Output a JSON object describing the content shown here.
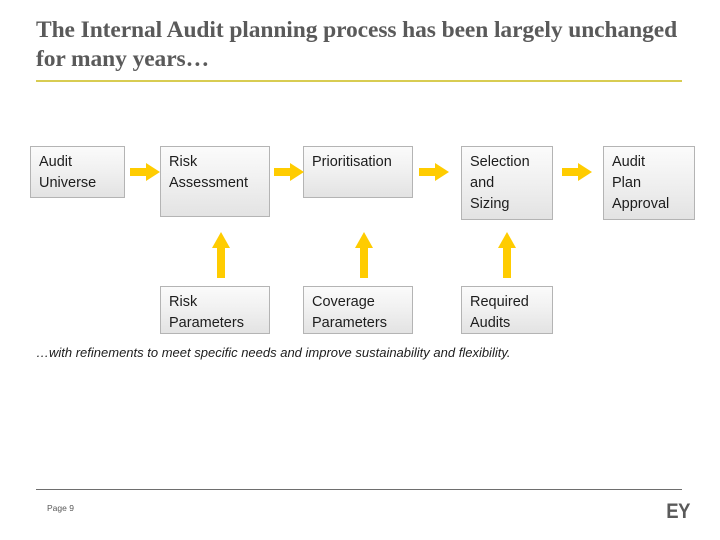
{
  "slide": {
    "title": "The Internal Audit planning process has been largely unchanged for many years…",
    "caption": "…with refinements to meet specific needs and improve sustainability and flexibility.",
    "accent_color": "#d8cc52",
    "arrow_color": "#ffcc00",
    "title_color": "#5a5a5a"
  },
  "diagram": {
    "top_row": [
      {
        "label": "Audit\nUniverse"
      },
      {
        "label": "Risk\nAssessment"
      },
      {
        "label": "Prioritisation"
      },
      {
        "label": "Selection\nand\nSizing"
      },
      {
        "label": "Audit\nPlan\nApproval"
      }
    ],
    "bottom_row": [
      {
        "label": "Risk\nParameters"
      },
      {
        "label": "Coverage\nParameters"
      },
      {
        "label": "Required\nAudits"
      }
    ]
  },
  "footer": {
    "page_label": "Page 9",
    "logo": "EY"
  }
}
